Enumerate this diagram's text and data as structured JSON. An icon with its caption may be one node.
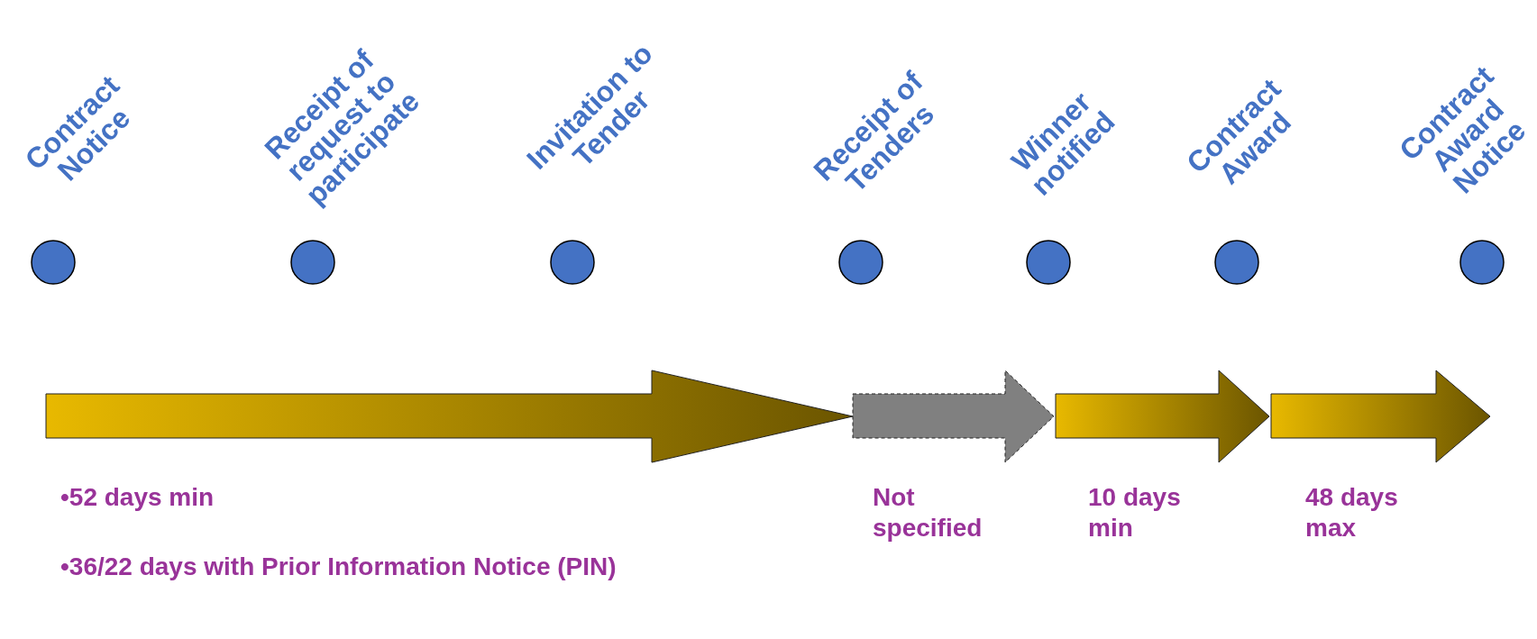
{
  "diagram": {
    "nodes": [
      {
        "text": [
          "Contract Notice"
        ]
      },
      {
        "text": [
          "Receipt of request to participate"
        ]
      },
      {
        "text": [
          "Invitation to Tender"
        ]
      },
      {
        "text": [
          "Receipt of Tenders"
        ]
      },
      {
        "text": [
          "Winner notified"
        ]
      },
      {
        "text": [
          "Contract Award"
        ]
      },
      {
        "text": [
          "Contract Award Notice"
        ]
      }
    ],
    "edges": [
      {
        "from": 0,
        "to": 3,
        "arrow": "to"
      },
      {
        "from": 3,
        "to": 4,
        "arrow": "to",
        "label": "Not specified",
        "style": "dashed",
        "color": "#808080"
      },
      {
        "from": 4,
        "to": 5,
        "arrow": "to",
        "label": "10 days min"
      },
      {
        "from": 5,
        "to": 6,
        "arrow": "to",
        "label": "48 days max"
      }
    ],
    "labels": [
      "•52 days min",
      "•36/22 days with Prior Information Notice (PIN)"
    ]
  }
}
